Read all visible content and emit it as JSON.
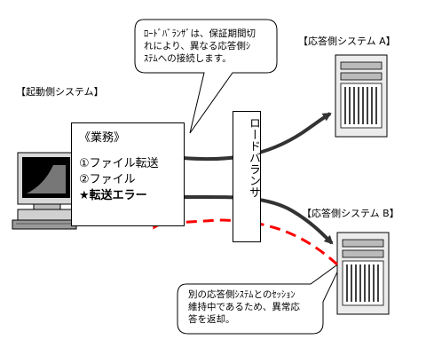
{
  "labels": {
    "origin_system": "【起動側システム】",
    "responder_a": "【応答側システム A】",
    "responder_b": "【応答側システム B】"
  },
  "callout_top": {
    "line1": "ﾛｰﾄﾞﾊﾞﾗﾝｻﾞは、保証期間切",
    "line2": "れにより、異なる応答側ｼ",
    "line3": "ｽﾃﾑへの接続します。"
  },
  "callout_bottom": {
    "line1": "別の応答側ｼｽﾃﾑとのｾｯｼｮﾝ",
    "line2": "維持中であるため、異常応",
    "line3": "答を返却。"
  },
  "work": {
    "title": "《業務》",
    "item1": "①ファイル転送",
    "item2": "②ファイル",
    "item3": "★転送エラー"
  },
  "load_balancer": {
    "label": "ロードバランサ"
  },
  "colors": {
    "error_arrow": "#ff0000",
    "flow_arrow": "#333333"
  }
}
